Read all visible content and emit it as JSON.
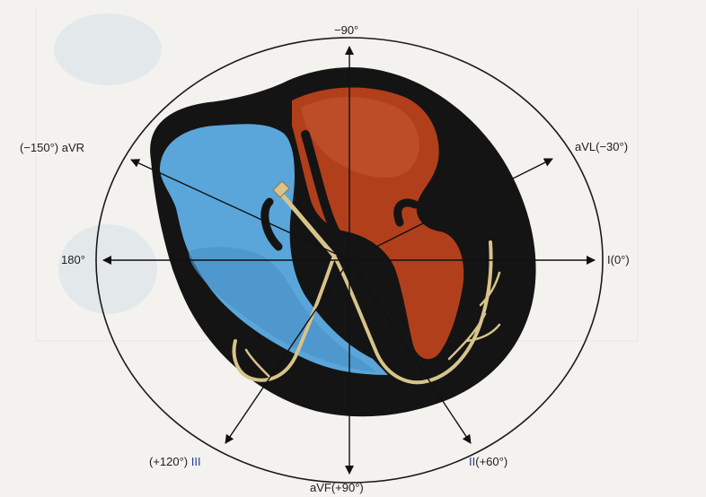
{
  "diagram": {
    "axis_labels": {
      "minus90": "−90°",
      "avr": "(−150°) aVR",
      "avl": "aVL(−30°)",
      "deg180": "180°",
      "lead_i": "I(0°)",
      "lead_iii_angle": "(+120°)",
      "lead_iii_name": "III",
      "lead_ii_name": "II",
      "lead_ii_angle": "(+60°)",
      "avf": "aVF(+90°)"
    },
    "colors": {
      "right_heart": "#5aa6da",
      "left_heart": "#b23f1c",
      "myocardium": "#141414",
      "conduction": "#d8c38a",
      "circle": "#1a1a1a",
      "background": "#f3f2ee"
    }
  }
}
